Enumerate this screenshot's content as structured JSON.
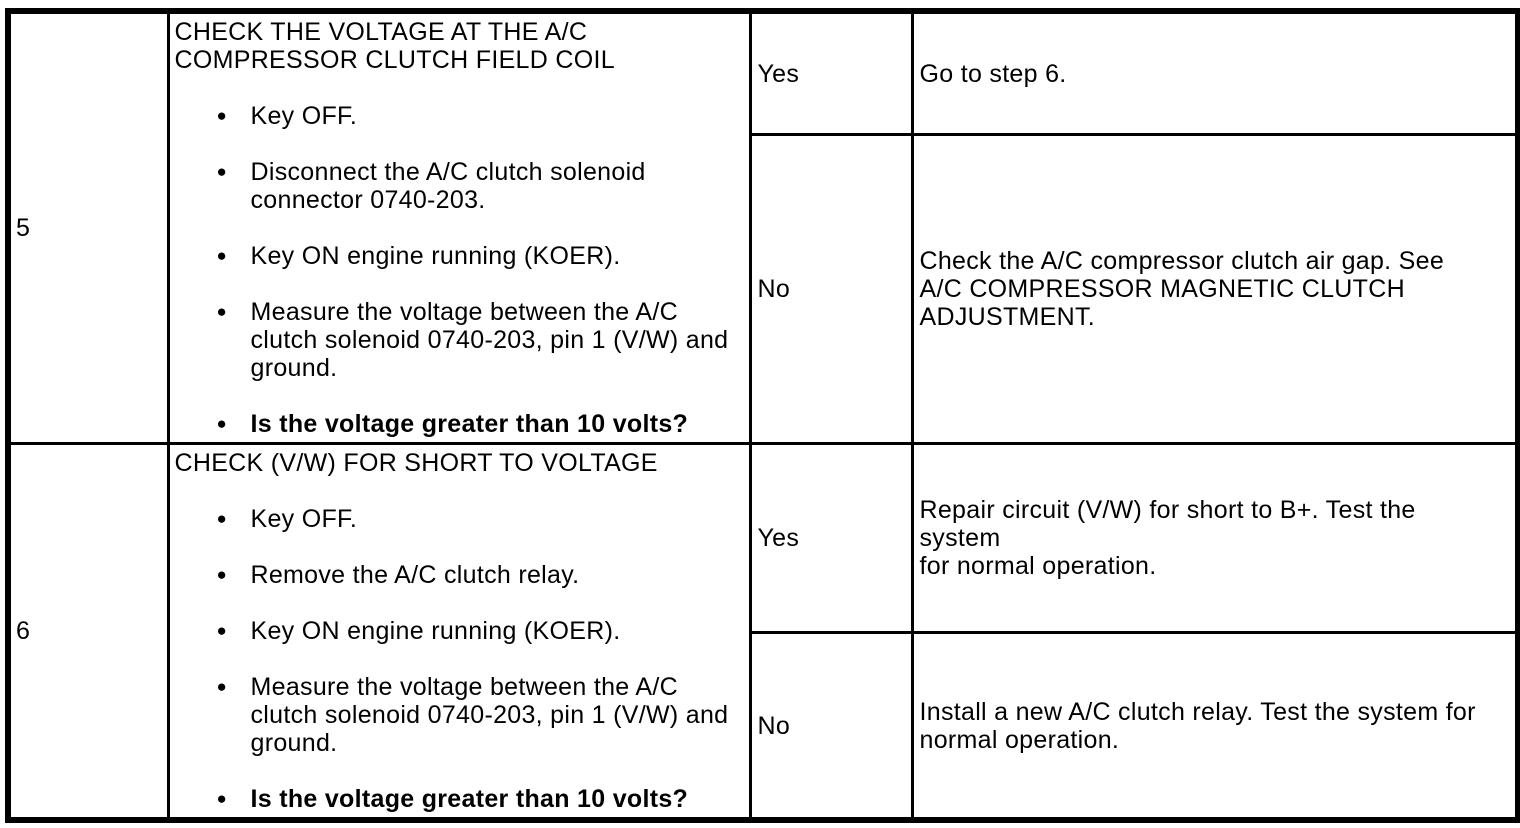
{
  "document": {
    "kind": "diagnostic-pinpoint-test-table",
    "text_color": "#000000",
    "background_color": "#ffffff",
    "border_color": "#000000"
  },
  "icons": {
    "bullet_glyph": "●"
  },
  "steps": [
    {
      "number": "5",
      "title": "CHECK THE VOLTAGE AT THE A/C\nCOMPRESSOR CLUTCH FIELD COIL",
      "bullets": [
        "Key OFF.",
        "Disconnect the A/C clutch solenoid\nconnector 0740-203.",
        "Key ON engine running (KOER).",
        "Measure the voltage between the A/C\nclutch solenoid 0740-203, pin 1 (V/W) and\nground.",
        "Is the voltage greater than 10 volts?"
      ],
      "outcomes": [
        {
          "label": "Yes",
          "action": "Go to step 6."
        },
        {
          "label": "No",
          "action": "Check the A/C compressor clutch air gap. See\nA/C COMPRESSOR MAGNETIC CLUTCH\nADJUSTMENT."
        }
      ]
    },
    {
      "number": "6",
      "title": "CHECK (V/W) FOR SHORT TO VOLTAGE",
      "bullets": [
        "Key OFF.",
        "Remove the A/C clutch relay.",
        "Key ON engine running (KOER).",
        "Measure the voltage between the A/C\nclutch solenoid 0740-203, pin 1 (V/W) and\nground.",
        "Is the voltage greater than 10 volts?"
      ],
      "outcomes": [
        {
          "label": "Yes",
          "action": "Repair circuit (V/W) for short to B+. Test the system\nfor normal operation."
        },
        {
          "label": "No",
          "action": "Install a new A/C clutch relay. Test the system for\nnormal operation."
        }
      ]
    }
  ]
}
